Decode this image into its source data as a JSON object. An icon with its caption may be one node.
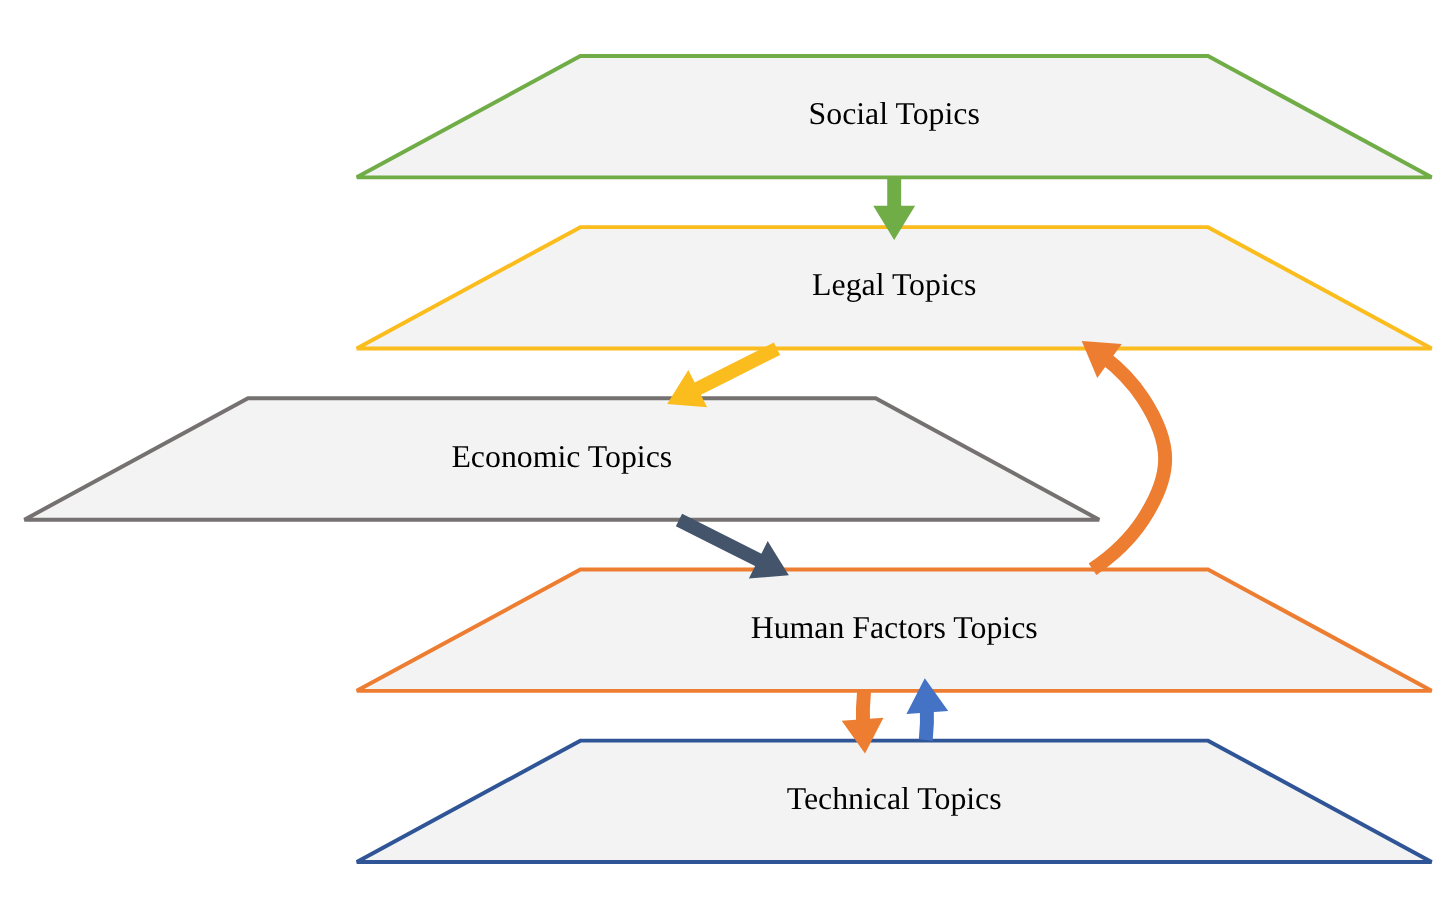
{
  "diagram": {
    "nodes": [
      {
        "text": [
          "Social Topics"
        ]
      },
      {
        "text": [
          "Legal Topics"
        ]
      },
      {
        "text": [
          "Economic Topics"
        ]
      },
      {
        "text": [
          "Human Factors Topics"
        ]
      },
      {
        "text": [
          "Technical Topics"
        ]
      }
    ],
    "edges": [
      {
        "from": 0,
        "to": 1,
        "arrow": "to",
        "color": "#70ad47"
      },
      {
        "from": 3,
        "to": 1,
        "arrow": "to",
        "color": "#ed7d31"
      },
      {
        "from": 1,
        "to": 2,
        "arrow": "to",
        "color": "#fbbc1d"
      },
      {
        "from": 2,
        "to": 3,
        "arrow": "to",
        "color": "#44546a"
      },
      {
        "from": 3,
        "to": 4,
        "arrow": "to",
        "color": "#ed7d31"
      },
      {
        "from": 4,
        "to": 3,
        "arrow": "to",
        "color": "#4472c4"
      }
    ]
  }
}
